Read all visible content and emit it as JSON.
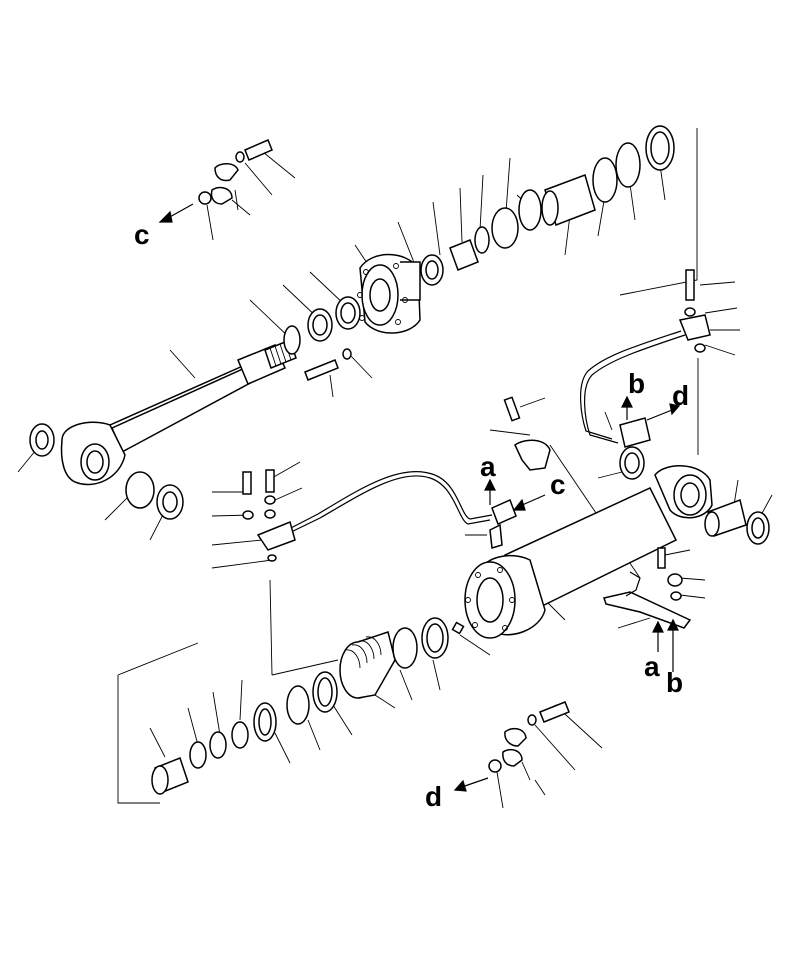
{
  "diagram": {
    "callout_letters": {
      "c_top": "c",
      "c_mid": "c",
      "a_mid": "a",
      "b_right": "b",
      "d_right": "d",
      "a_bottom": "a",
      "b_bottom": "b",
      "d_bottom": "d"
    }
  }
}
